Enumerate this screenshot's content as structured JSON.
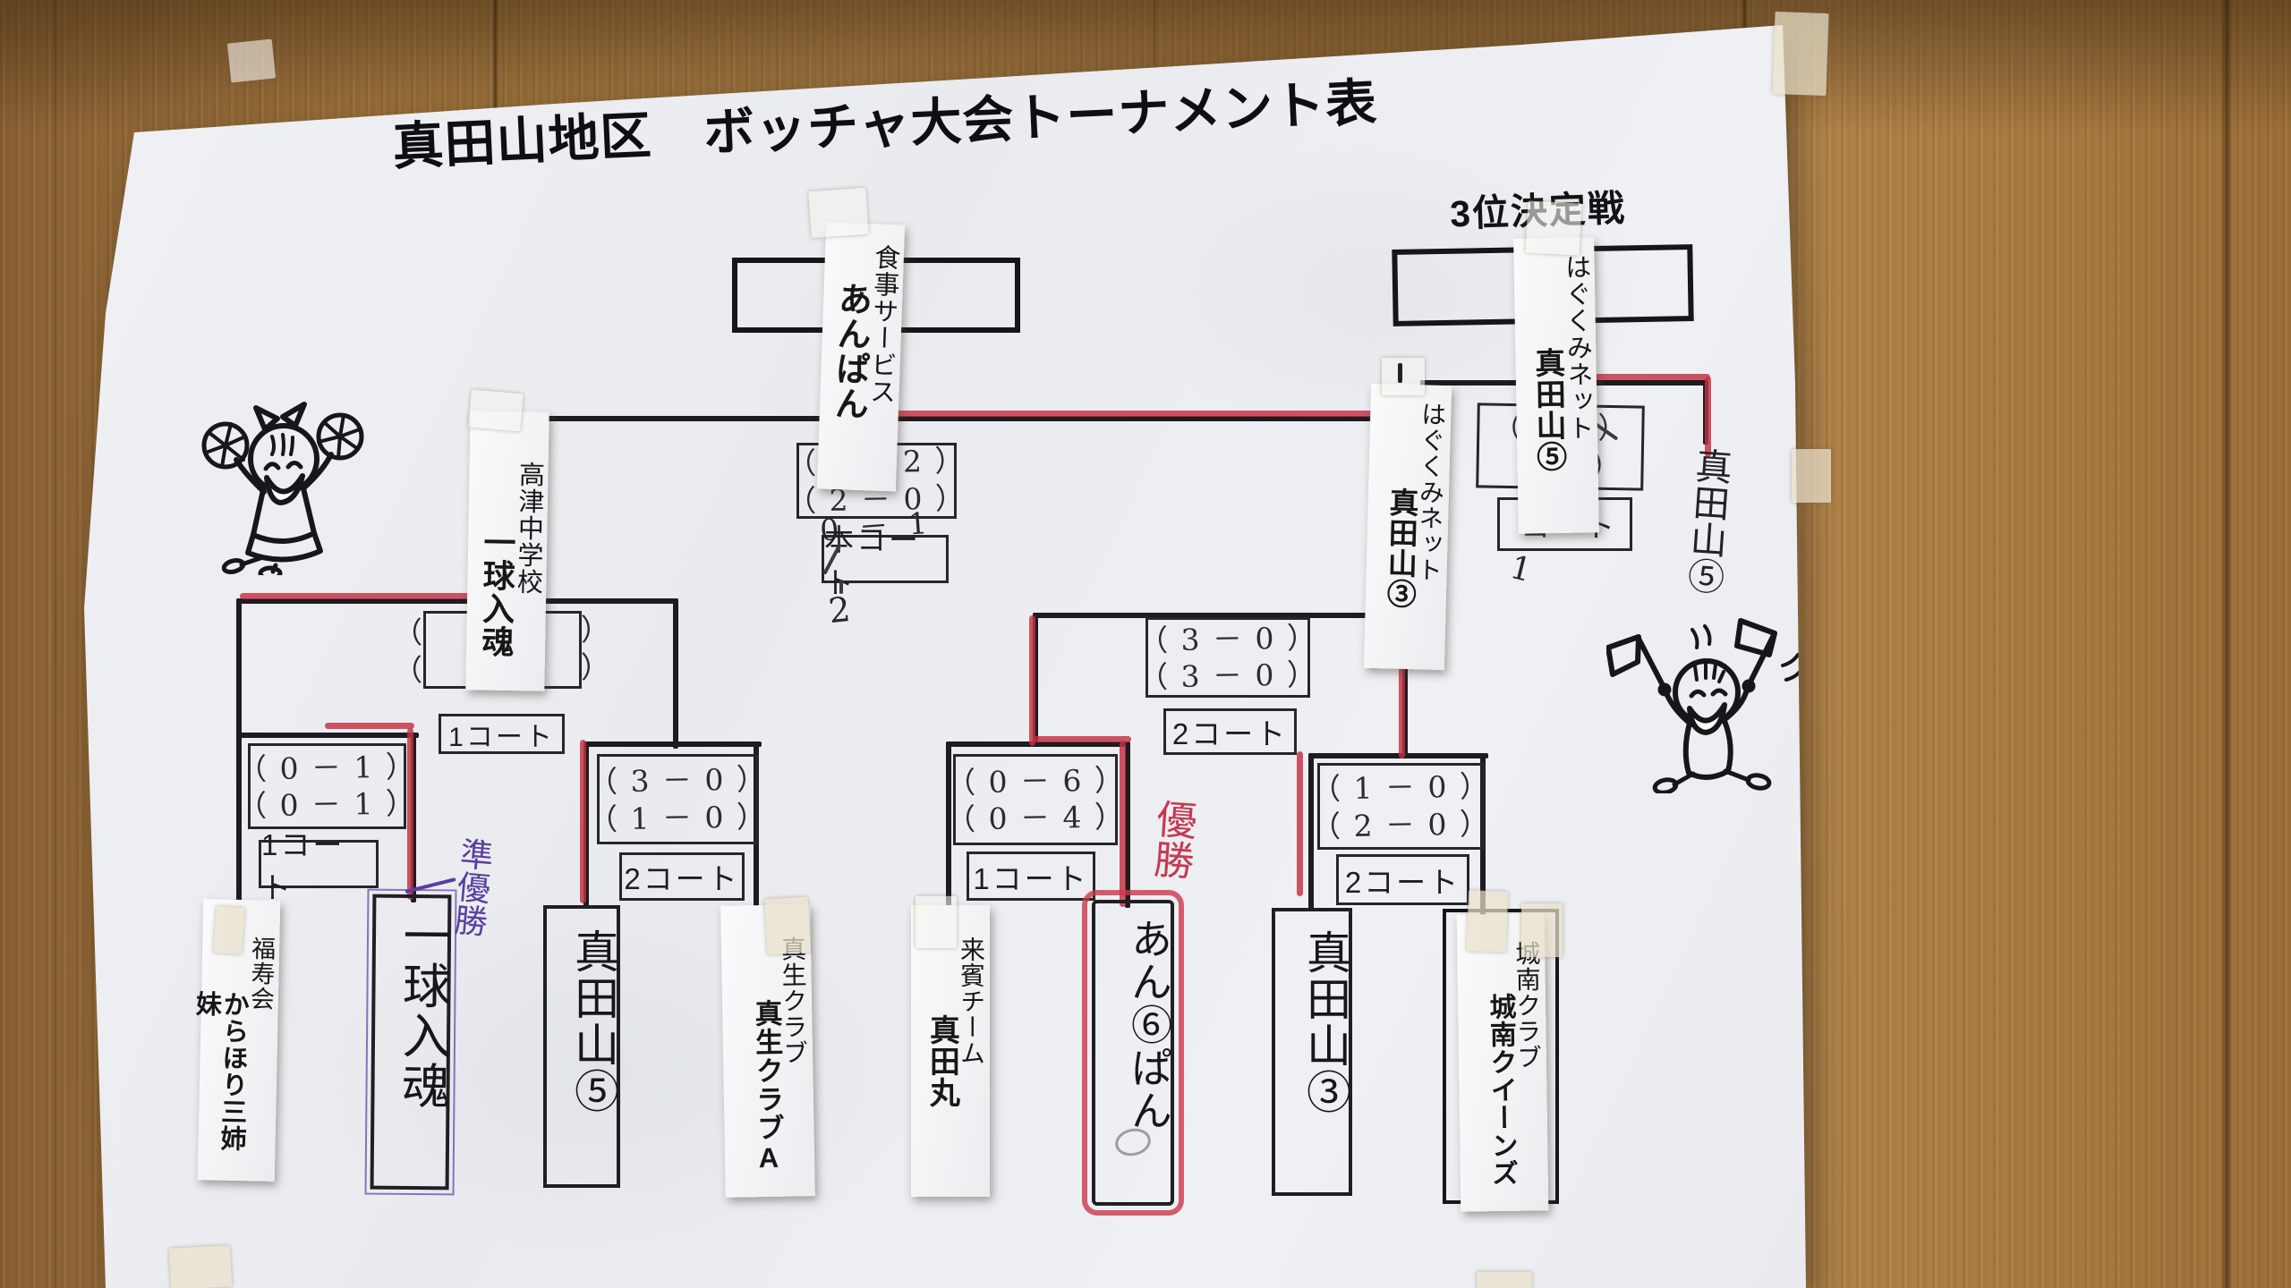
{
  "scene": {
    "description": "木の壁に貼られた紙のトーナメント表（写真）",
    "wall_color": "#a4783f",
    "paper_color": "#eef0f3",
    "ink_color": "#1c1c21",
    "red_marker_color": "#c53042",
    "purple_ink_color": "#5a3f9e"
  },
  "title": "真田山地区　ボッチャ大会トーナメント表",
  "third_place_heading": "3位決定戦",
  "labels": {
    "champion": {
      "affiliation": "食事サービス",
      "team": "あんぱん"
    },
    "third_winner": {
      "affiliation": "はぐくみネット",
      "team": "真田山⑤"
    },
    "sf_left": {
      "affiliation": "高津中学校",
      "team": "一球入魂"
    },
    "sf_right": {
      "affiliation": "はぐくみネット",
      "team": "真田山③"
    }
  },
  "matches": {
    "final": {
      "rows": [
        "（　 － 2 ）",
        "（ 2 － 0 ）"
      ],
      "court": "本コート",
      "below_rows": "0 － 1",
      "below_court": "2"
    },
    "sf_left": {
      "rows": [
        "（　　－　　）",
        "（　　－　　）"
      ],
      "court": "1コート"
    },
    "sf_right": {
      "rows": [
        "（ 3 － 0 ）",
        "（ 3 － 0 ）"
      ],
      "court": "2コート"
    },
    "qf1": {
      "rows": [
        "（ 0 － 1 ）",
        "（ 0 － 1 ）"
      ],
      "court": "1コート"
    },
    "qf2": {
      "rows": [
        "（ 3 － 0 ）",
        "（ 1 － 0 ）"
      ],
      "court": "2コート"
    },
    "qf3": {
      "rows": [
        "（ 0 － 6 ）",
        "（ 0 － 4 ）"
      ],
      "court": "1コート"
    },
    "qf4": {
      "rows": [
        "（ 1 － 0 ）",
        "（ 2 － 0 ）"
      ],
      "court": "2コート"
    },
    "third": {
      "rows": [
        "（　 4 ）",
        "（　　）"
      ],
      "court": "コート",
      "below_court": "1"
    }
  },
  "teams": [
    {
      "affiliation": "福寿会",
      "name": "からほり三姉妹",
      "style": "printed"
    },
    {
      "name": "一球入魂",
      "display": "一球入魂",
      "style": "handwritten",
      "note": "準優勝"
    },
    {
      "name": "真田山⑤",
      "display": "真田山⑤",
      "style": "handwritten"
    },
    {
      "affiliation": "真生クラブ",
      "name": "真生クラブA",
      "style": "printed"
    },
    {
      "affiliation": "来賓チーム",
      "name": "真田丸",
      "style": "printed"
    },
    {
      "name": "あんぱん",
      "display": "あん⑥ぱん",
      "style": "handwritten",
      "result": "優勝"
    },
    {
      "name": "真田山③",
      "display": "真田山③",
      "style": "handwritten"
    },
    {
      "affiliation": "城南クラブ",
      "name": "城南クイーンズ",
      "style": "printed"
    }
  ],
  "annotations": {
    "champion_note": "優勝",
    "runner_up_note": "準優勝",
    "third_place_winner_note": "真田山⑤"
  }
}
